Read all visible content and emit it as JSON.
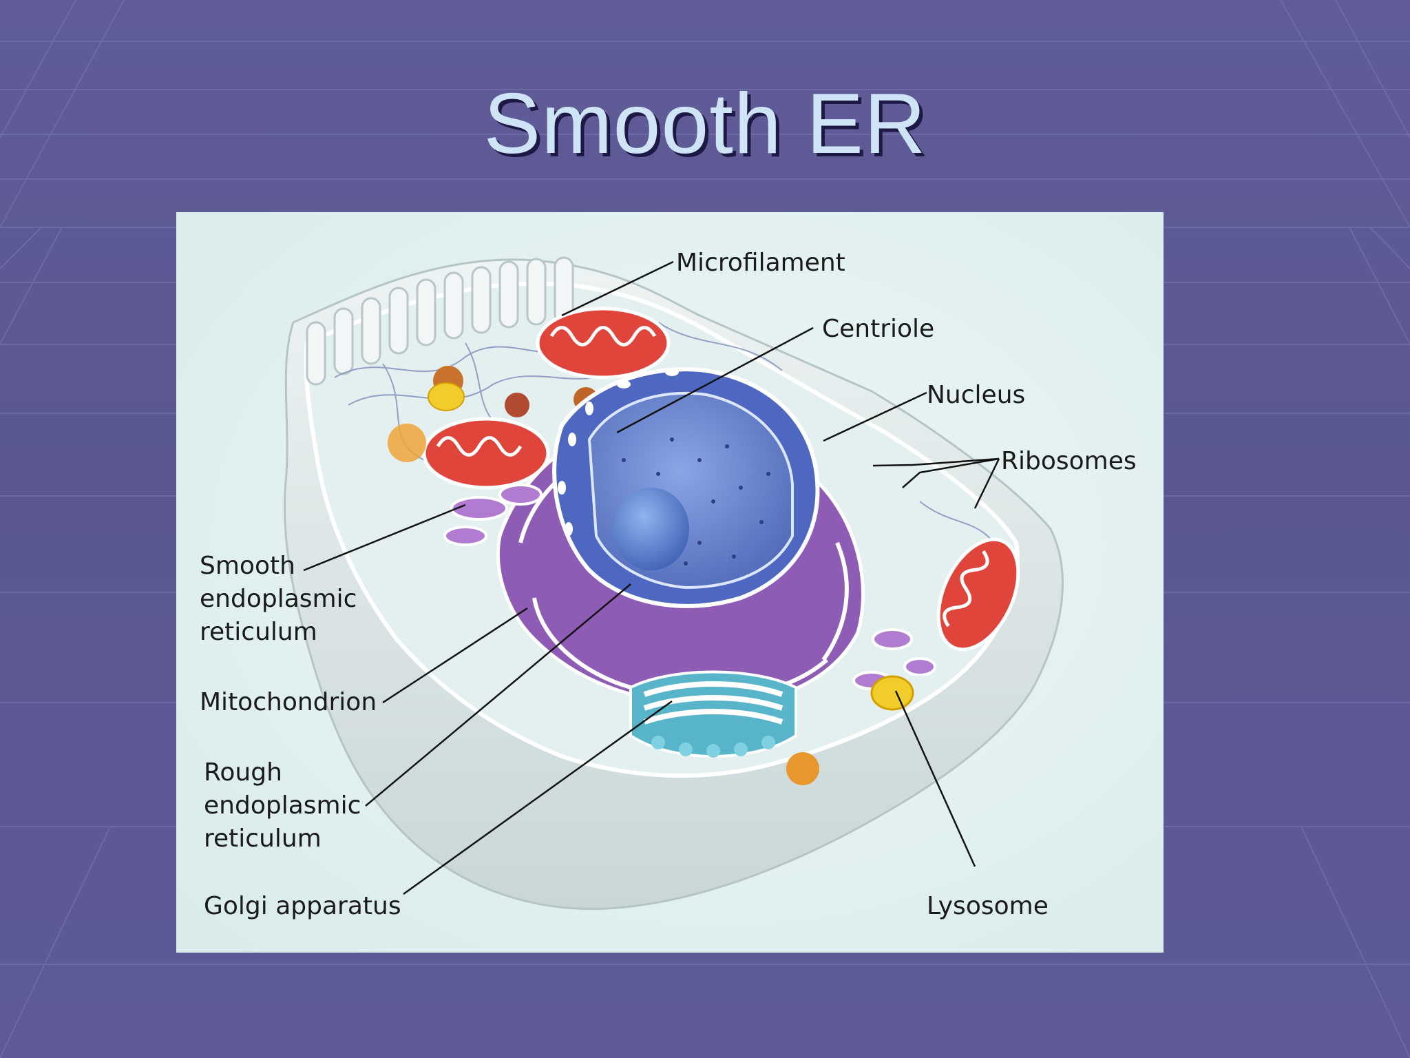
{
  "slide": {
    "title": "Smooth ER"
  },
  "diagram": {
    "labels": {
      "microfilament": "Microfilament",
      "centriole": "Centriole",
      "nucleus": "Nucleus",
      "ribosomes": "Ribosomes",
      "smooth_er": [
        "Smooth",
        "endoplasmic",
        "reticulum"
      ],
      "mitochondrion": "Mitochondrion",
      "rough_er": [
        "Rough",
        "endoplasmic",
        "reticulum"
      ],
      "golgi": "Golgi apparatus",
      "lysosome": "Lysosome"
    }
  },
  "colors": {
    "background": "#5d5a97",
    "title": "#cfe4f7",
    "mitochondrion": "#e0453c",
    "nucleus": "#5b79c9",
    "er": "#8e5bb5",
    "golgi": "#58b5c9",
    "lysosome": "#f2cc2a"
  }
}
